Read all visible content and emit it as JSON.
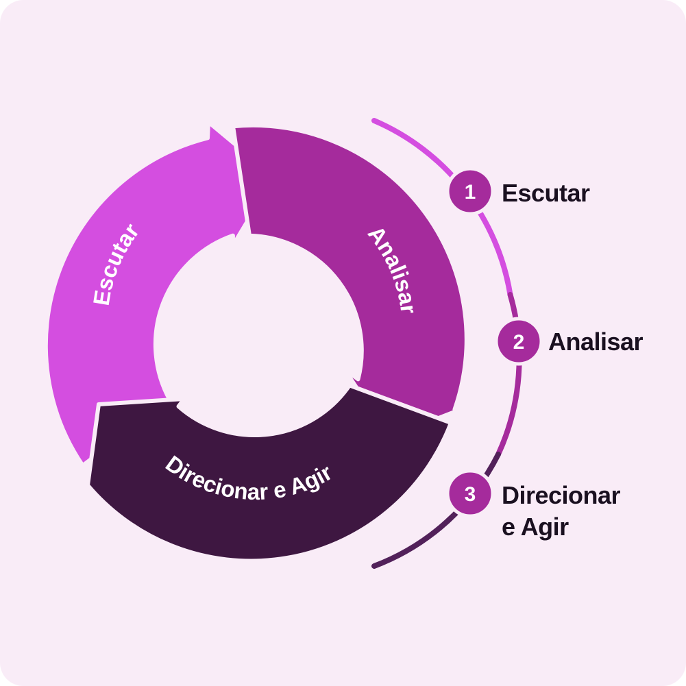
{
  "colors": {
    "background": "#f9ecf7",
    "escutar": "#d44ee0",
    "analisar": "#a52b9c",
    "agir": "#3e1741",
    "text_dark": "#1a1020"
  },
  "cycle": {
    "escutar_label": "Escutar",
    "analisar_label": "Analisar",
    "agir_label": "Direcionar e Agir"
  },
  "steps": [
    {
      "number": "1",
      "label_line1": "Escutar",
      "label_line2": ""
    },
    {
      "number": "2",
      "label_line1": "Analisar",
      "label_line2": ""
    },
    {
      "number": "3",
      "label_line1": "Direcionar",
      "label_line2": "e Agir"
    }
  ]
}
